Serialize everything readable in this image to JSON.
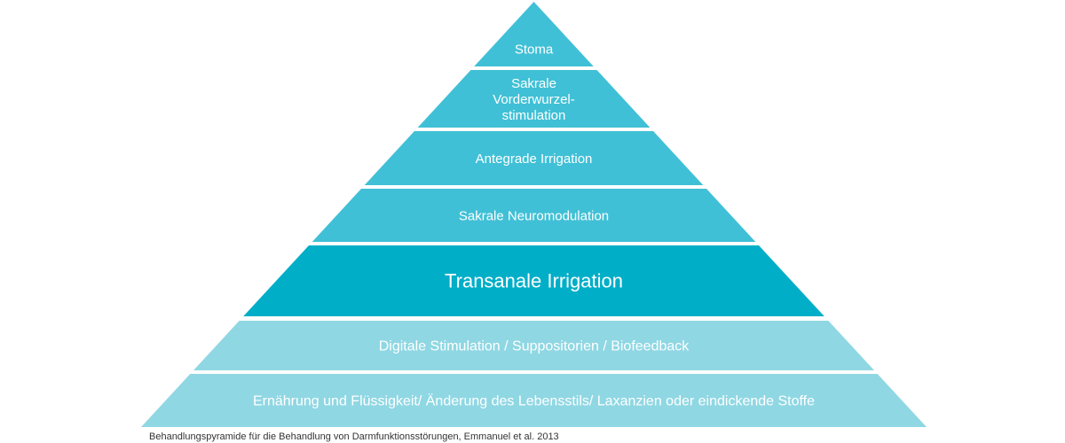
{
  "pyramid": {
    "levels": [
      {
        "lines": [
          "Stoma"
        ],
        "color": "#40c0d6"
      },
      {
        "lines": [
          "Sakrale",
          "Vorderwurzel-",
          "stimulation"
        ],
        "color": "#40c0d6"
      },
      {
        "lines": [
          "Antegrade Irrigation"
        ],
        "color": "#40c0d6"
      },
      {
        "lines": [
          "Sakrale Neuromodulation"
        ],
        "color": "#40c0d6"
      },
      {
        "lines": [
          "Transanale Irrigation"
        ],
        "color": "#00aec8"
      },
      {
        "lines": [
          "Digitale Stimulation / Suppositorien / Biofeedback"
        ],
        "color": "#8fd7e3"
      },
      {
        "lines": [
          "Ernährung und Flüssigkeit/ Änderung des Lebensstils/ Laxanzien oder eindickende Stoffe"
        ],
        "color": "#8fd7e3"
      }
    ]
  },
  "caption": "Behandlungspyramide für die Behandlung von Darmfunktionsstörungen, Emmanuel et al. 2013"
}
